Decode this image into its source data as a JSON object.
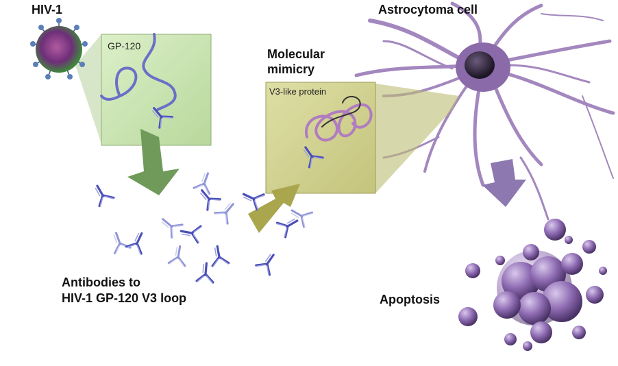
{
  "labels": {
    "hiv": "HIV-1",
    "gp120": "GP-120",
    "molecular_line1": "Molecular",
    "molecular_line2": "mimicry",
    "v3_protein": "V3-like protein",
    "astro": "Astrocytoma cell",
    "antibodies_line1": "Antibodies to",
    "antibodies_line2": "HIV-1 GP-120 V3 loop",
    "apoptosis": "Apoptosis"
  },
  "colors": {
    "antibody": "#4a4fb8",
    "antibody_light": "#8f94d8",
    "green_box": "#cfe6b8",
    "olive_box": "#d6d79a",
    "green_arrow": "#6f9a5a",
    "olive_arrow": "#a9a64e",
    "cell": "#8a6aa8",
    "cell_dark": "#3c2d52",
    "purple_arrow": "#8d78b0"
  }
}
